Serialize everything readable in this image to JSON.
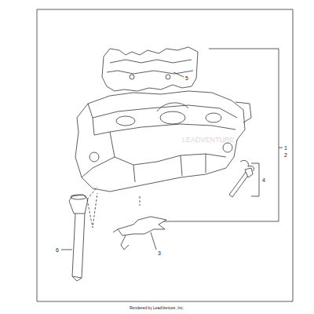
{
  "diagram": {
    "labels": [
      "5",
      "1",
      "2",
      "4",
      "3",
      "6",
      "LEADVENTURE",
      "Rendered by LeadVenture, Inc."
    ]
  }
}
